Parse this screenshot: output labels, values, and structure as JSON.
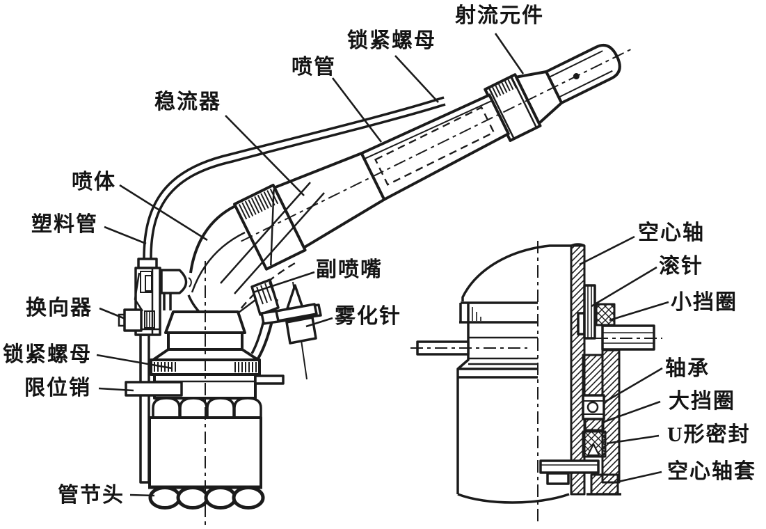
{
  "colors": {
    "ink": "#1b1b1b",
    "background": "#ffffff"
  },
  "labels": [
    {
      "id": "nozzle-tube",
      "text": "喷管"
    },
    {
      "id": "lock-nut-top",
      "text": "锁紧螺母"
    },
    {
      "id": "jet-element",
      "text": "射流元件"
    },
    {
      "id": "flow-stabilizer",
      "text": "稳流器"
    },
    {
      "id": "nozzle-body",
      "text": "喷体"
    },
    {
      "id": "plastic-tube",
      "text": "塑料管"
    },
    {
      "id": "reverser",
      "text": "换向器"
    },
    {
      "id": "lock-nut-lower",
      "text": "锁紧螺母"
    },
    {
      "id": "limit-pin",
      "text": "限位销"
    },
    {
      "id": "pipe-joint",
      "text": "管节头"
    },
    {
      "id": "auxiliary-nozzle",
      "text": "副喷嘴"
    },
    {
      "id": "atomizing-needle",
      "text": "雾化针"
    },
    {
      "id": "hollow-shaft",
      "text": "空心轴"
    },
    {
      "id": "needle-roller",
      "text": "滚针"
    },
    {
      "id": "small-retaining-ring",
      "text": "小挡圈"
    },
    {
      "id": "bearing",
      "text": "轴承"
    },
    {
      "id": "large-retaining-ring",
      "text": "大挡圈"
    },
    {
      "id": "u-seal",
      "text": "U形密封"
    },
    {
      "id": "hollow-shaft-sleeve",
      "text": "空心轴套"
    }
  ]
}
